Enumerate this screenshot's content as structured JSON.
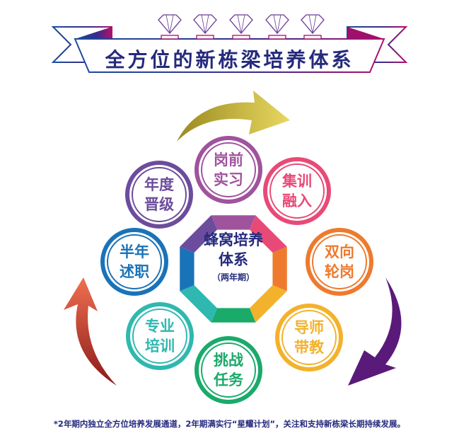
{
  "title": "全方位的新栋梁培养体系",
  "center": {
    "title": "蜂窝培养\n体系",
    "subtitle": "（两年期）"
  },
  "stages": [
    {
      "label": "岗前\n实习",
      "color": "#a0539d"
    },
    {
      "label": "集训\n融入",
      "color": "#e84a78"
    },
    {
      "label": "双向\n轮岗",
      "color": "#ee7a2e"
    },
    {
      "label": "导师\n带教",
      "color": "#f3b22c"
    },
    {
      "label": "挑战\n任务",
      "color": "#1aaa6a"
    },
    {
      "label": "专业\n培训",
      "color": "#2fb8b0"
    },
    {
      "label": "半年\n述职",
      "color": "#1a73b8"
    },
    {
      "label": "年度\n晋级",
      "color": "#6c4c9c"
    }
  ],
  "footnote": "*2年期内独立全方位培养发展通道，2年期满实行“星耀计划”，关注和支持新栋梁长期持续发展。",
  "colors": {
    "navy": "#252a7c",
    "magenta": "#a0106a"
  }
}
